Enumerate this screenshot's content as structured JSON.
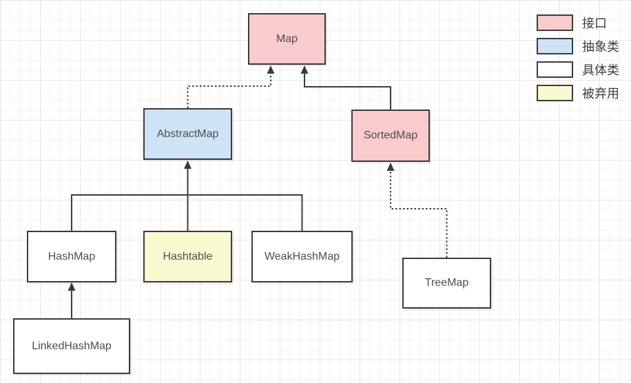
{
  "nodes": {
    "map": {
      "label": "Map",
      "type": "interface",
      "color": "#f9cbcd"
    },
    "abstract_map": {
      "label": "AbstractMap",
      "type": "abstract",
      "color": "#cfe3f7"
    },
    "sorted_map": {
      "label": "SortedMap",
      "type": "interface",
      "color": "#f9cbcd"
    },
    "hash_map": {
      "label": "HashMap",
      "type": "concrete",
      "color": "#ffffff"
    },
    "hashtable": {
      "label": "Hashtable",
      "type": "deprecated",
      "color": "#fafad0"
    },
    "weak_hash_map": {
      "label": "WeakHashMap",
      "type": "concrete",
      "color": "#ffffff"
    },
    "tree_map": {
      "label": "TreeMap",
      "type": "concrete",
      "color": "#ffffff"
    },
    "linked_hash_map": {
      "label": "LinkedHashMap",
      "type": "concrete",
      "color": "#ffffff"
    }
  },
  "edges": [
    {
      "from": "AbstractMap",
      "to": "Map",
      "style": "dotted"
    },
    {
      "from": "SortedMap",
      "to": "Map",
      "style": "solid"
    },
    {
      "from": "HashMap",
      "to": "AbstractMap",
      "style": "solid"
    },
    {
      "from": "Hashtable",
      "to": "AbstractMap",
      "style": "solid"
    },
    {
      "from": "WeakHashMap",
      "to": "AbstractMap",
      "style": "solid"
    },
    {
      "from": "TreeMap",
      "to": "SortedMap",
      "style": "dotted"
    },
    {
      "from": "LinkedHashMap",
      "to": "HashMap",
      "style": "solid"
    }
  ],
  "legend": {
    "items": [
      {
        "label": "接口",
        "color": "#f9cbcd"
      },
      {
        "label": "抽象类",
        "color": "#cfe3f7"
      },
      {
        "label": "具体类",
        "color": "#ffffff"
      },
      {
        "label": "被弃用",
        "color": "#fafad0"
      }
    ]
  },
  "colors": {
    "border": "#3b3b3b",
    "line": "#3b3b3b",
    "text": "#4d4d4d",
    "grid_minor": "#f1f1f1",
    "grid_major": "#e4e4e4",
    "background": "#ffffff"
  }
}
